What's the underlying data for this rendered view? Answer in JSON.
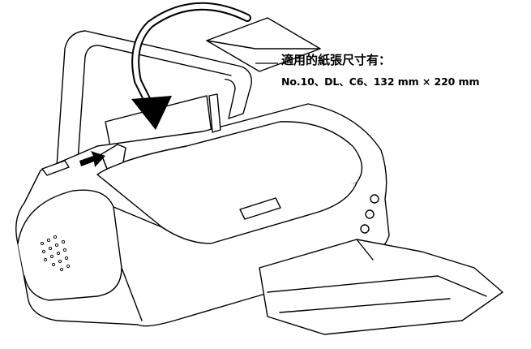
{
  "callout": {
    "heading": "適用的紙張尺寸有：",
    "sizes": "No.10、DL、C6、132 mm × 220 mm"
  },
  "colors": {
    "line": "#000000",
    "fill": "#ffffff",
    "arrow": "#000000"
  },
  "icons": {
    "printer": "inkjet-printer-illustration",
    "envelope": "envelope-icon",
    "load_arrow": "curved-arrow-icon",
    "guide_arrow": "push-arrow-icon"
  }
}
